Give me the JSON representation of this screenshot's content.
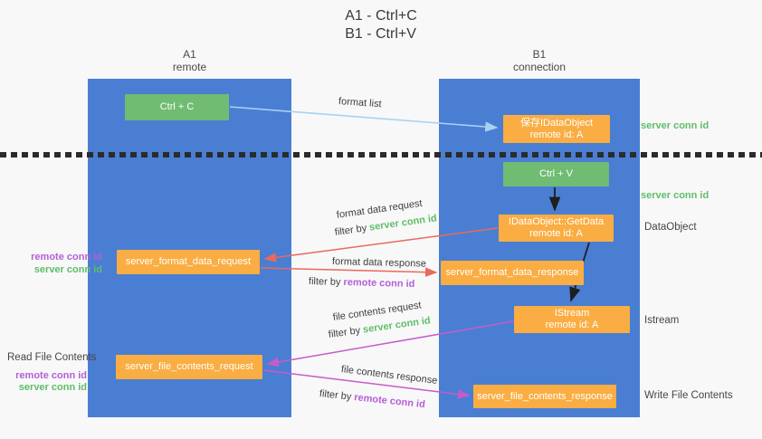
{
  "title": {
    "line1": "A1 - Ctrl+C",
    "line2": "B1 - Ctrl+V"
  },
  "lanes": {
    "left": {
      "name": "A1",
      "role": "remote"
    },
    "right": {
      "name": "B1",
      "role": "connection"
    }
  },
  "nodes": {
    "ctrl_c": "Ctrl + C",
    "ctrl_v": "Ctrl + V",
    "save_dataobject": {
      "line1": "保存IDataObject",
      "line2": "remote id: A"
    },
    "getdata": {
      "line1": "IDataObject::GetData",
      "line2": "remote id: A"
    },
    "istream": {
      "line1": "IStream",
      "line2": "remote id: A"
    },
    "format_request": "server_format_data_request",
    "format_response": "server_format_data_response",
    "file_request": "server_file_contents_request",
    "file_response": "server_file_contents_response"
  },
  "arrow_labels": {
    "format_list": "format list",
    "format_data_request": "format data request",
    "format_data_response": "format data response",
    "file_contents_request": "file contents request",
    "file_contents_response": "file contents response",
    "filter_by": "filter by ",
    "server_conn_id": "server conn id",
    "remote_conn_id": "remote conn id"
  },
  "side_labels": {
    "server_conn_id": "server conn id",
    "remote_conn_id": "remote conn id",
    "dataobject": "DataObject",
    "istream": "Istream",
    "read_file_contents": "Read File Contents",
    "write_file_contents": "Write File Contents"
  },
  "colors": {
    "lane_blue": "#4A7ED3",
    "node_green": "#6FBC72",
    "node_orange": "#F9AD42",
    "text_green": "#5FBD68",
    "text_purple": "#B35FD6",
    "arrow_red": "#E8695F",
    "arrow_magenta": "#C75BC9",
    "arrow_lightblue": "#A8D2F0",
    "arrow_black": "#1e1e1e"
  }
}
